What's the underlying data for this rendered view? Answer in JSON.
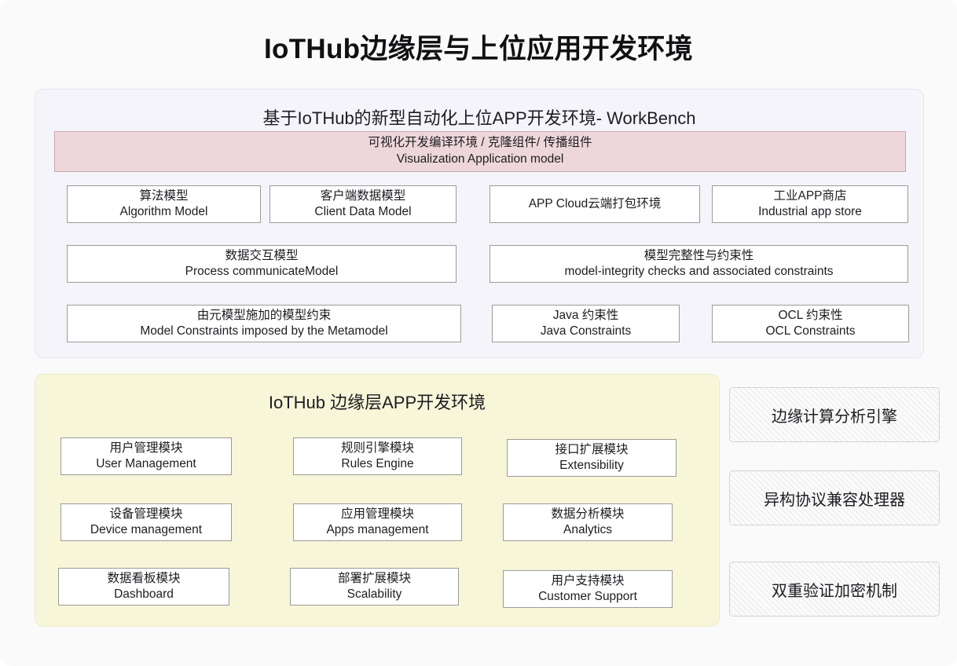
{
  "page": {
    "title": "IoTHub边缘层与上位应用开发环境",
    "background_color": "#fafafa"
  },
  "workbench_panel": {
    "heading": "基于IoTHub的新型自动化上位APP开发环境- WorkBench",
    "background_color": "#f5f4fa",
    "banner": {
      "cn": "可视化开发编译环境 / 克隆组件/ 传播组件",
      "en": "Visualization Application model",
      "background_color": "#eed7da"
    },
    "row1": [
      {
        "cn": "算法模型",
        "en": "Algorithm Model"
      },
      {
        "cn": "客户端数据模型",
        "en": "Client Data Model"
      },
      {
        "cn": "APP Cloud云端打包环境",
        "en": ""
      },
      {
        "cn": "工业APP商店",
        "en": "Industrial app store"
      }
    ],
    "row2": [
      {
        "cn": "数据交互模型",
        "en": "Process communicateModel"
      },
      {
        "cn": "模型完整性与约束性",
        "en": "model-integrity checks and associated constraints"
      }
    ],
    "row3": [
      {
        "cn": "由元模型施加的模型约束",
        "en": "Model Constraints imposed by the Metamodel"
      },
      {
        "cn": "Java 约束性",
        "en": "Java Constraints"
      },
      {
        "cn": "OCL 约束性",
        "en": "OCL Constraints"
      }
    ]
  },
  "edge_panel": {
    "heading": "IoTHub 边缘层APP开发环境",
    "background_color": "#f7f6d9",
    "row1": [
      {
        "cn": "用户管理模块",
        "en": "User Management"
      },
      {
        "cn": "规则引擎模块",
        "en": "Rules Engine"
      },
      {
        "cn": "接口扩展模块",
        "en": "Extensibility"
      }
    ],
    "row2": [
      {
        "cn": "设备管理模块",
        "en": "Device management"
      },
      {
        "cn": "应用管理模块",
        "en": "Apps management"
      },
      {
        "cn": "数据分析模块",
        "en": "Analytics"
      }
    ],
    "row3": [
      {
        "cn": "数据看板模块",
        "en": "Dashboard"
      },
      {
        "cn": "部署扩展模块",
        "en": "Scalability"
      },
      {
        "cn": "用户支持模块",
        "en": "Customer Support"
      }
    ]
  },
  "side_modules": [
    {
      "label": "边缘计算分析引擎"
    },
    {
      "label": "异构协议兼容处理器"
    },
    {
      "label": "双重验证加密机制"
    }
  ]
}
